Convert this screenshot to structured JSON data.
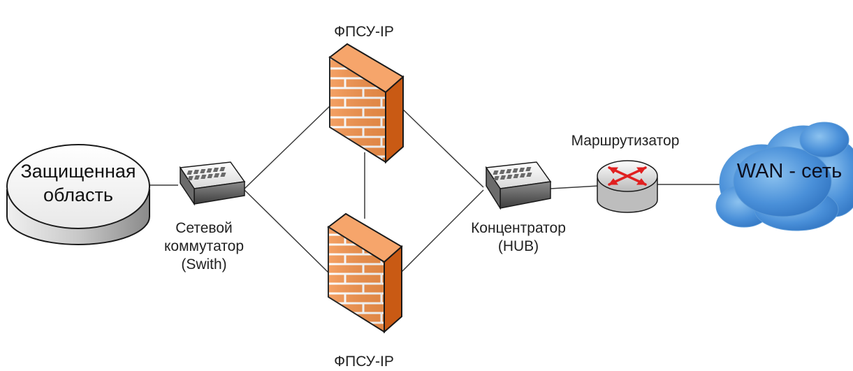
{
  "diagram": {
    "protected_area": {
      "line1": "Защищенная",
      "line2": "область"
    },
    "switch": {
      "line1": "Сетевой",
      "line2": "коммутатор",
      "line3": "(Swith)"
    },
    "firewall_top": {
      "label": "ФПСУ-IP"
    },
    "firewall_bottom": {
      "label": "ФПСУ-IP"
    },
    "hub": {
      "line1": "Концентратор",
      "line2": "(HUB)"
    },
    "router": {
      "label": "Маршрутизатор"
    },
    "wan": {
      "label": "WAN - сеть"
    }
  },
  "colors": {
    "firewall_brick": "#f3914a",
    "firewall_dark": "#c95a14",
    "firewall_mortar": "#ffffff",
    "outline": "#1a1a1a",
    "link_line": "#3a3a3a",
    "cloud_blue": "#4a90d9",
    "router_arrow": "#e02020"
  },
  "icons": {
    "protected_area": "cylinder-icon",
    "switch": "network-switch-icon",
    "hub": "network-hub-icon",
    "firewall": "firewall-brick-icon",
    "router": "router-icon",
    "wan": "cloud-icon"
  }
}
